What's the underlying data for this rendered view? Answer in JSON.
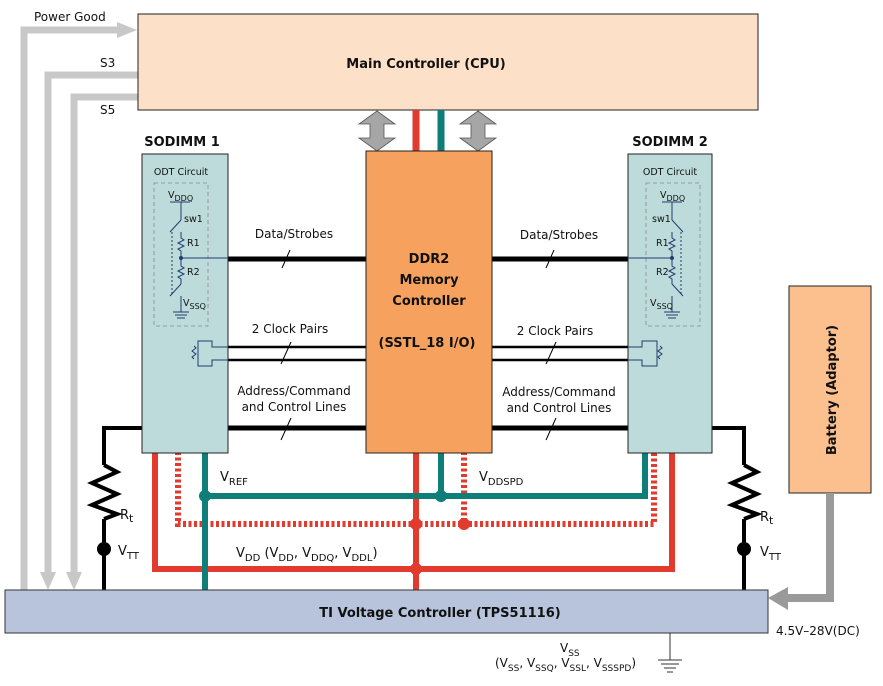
{
  "colors": {
    "cpu_fill": "#fde0c8",
    "ddr2_fill": "#f6a25e",
    "sodimm_fill": "#bddbdb",
    "voltage_controller_fill": "#b8c4dc",
    "battery_fill": "#fbc08e",
    "vdd_red": "#e23a2c",
    "vref_teal": "#0f7e78",
    "signal_black": "#000000",
    "control_gray": "#c8c8c8",
    "battery_arrow_gray": "#9a9a9a",
    "odt_blue": "#1f3c6e"
  },
  "signals_to_cpu": {
    "power_good": "Power Good",
    "s3": "S3",
    "s5": "S5"
  },
  "cpu": {
    "title": "Main Controller (CPU)"
  },
  "ddr2": {
    "line1": "DDR2",
    "line2": "Memory",
    "line3": "Controller",
    "line4": "(SSTL_18 I/O)"
  },
  "sodimm1": {
    "title": "SODIMM 1",
    "odt_title": "ODT Circuit",
    "vddq": "V",
    "vddq_sub": "DDQ",
    "sw1": "sw1",
    "r1": "R1",
    "r2": "R2",
    "vssq": "V",
    "vssq_sub": "SSQ"
  },
  "sodimm2": {
    "title": "SODIMM 2",
    "odt_title": "ODT Circuit",
    "vddq": "V",
    "vddq_sub": "DDQ",
    "sw1": "sw1",
    "r1": "R1",
    "r2": "R2",
    "vssq": "V",
    "vssq_sub": "SSQ"
  },
  "buses": {
    "data_strobes": "Data/Strobes",
    "clock_pairs": "2 Clock Pairs",
    "addr_line1": "Address/Command",
    "addr_line2": "and Control Lines"
  },
  "rails": {
    "vref": "V",
    "vref_sub": "REF",
    "vddspd": "V",
    "vddspd_sub": "DDSPD",
    "vdd_v": "V",
    "vdd_sub": "DD",
    "vdd_open": " (V",
    "vdd_sub2": "DD",
    "vdd_comma1": ", V",
    "vdd_sub3": "DDQ",
    "vdd_comma2": ", V",
    "vdd_sub4": "DDL",
    "vdd_close": ")"
  },
  "termination": {
    "rt": "R",
    "rt_sub": "t",
    "vtt": "V",
    "vtt_sub": "TT"
  },
  "voltage_controller": {
    "title": "TI Voltage Controller (TPS51116)"
  },
  "battery": {
    "title": "Battery (Adaptor)",
    "input_range": "4.5V–28V(DC)"
  },
  "ground": {
    "vss": "V",
    "vss_sub": "SS",
    "list_open": "(V",
    "s1": "SS",
    "c1": ", V",
    "s2": "SSQ",
    "c2": ", V",
    "s3": "SSL",
    "c3": ", V",
    "s4": "SSSPD",
    "list_close": ")"
  }
}
